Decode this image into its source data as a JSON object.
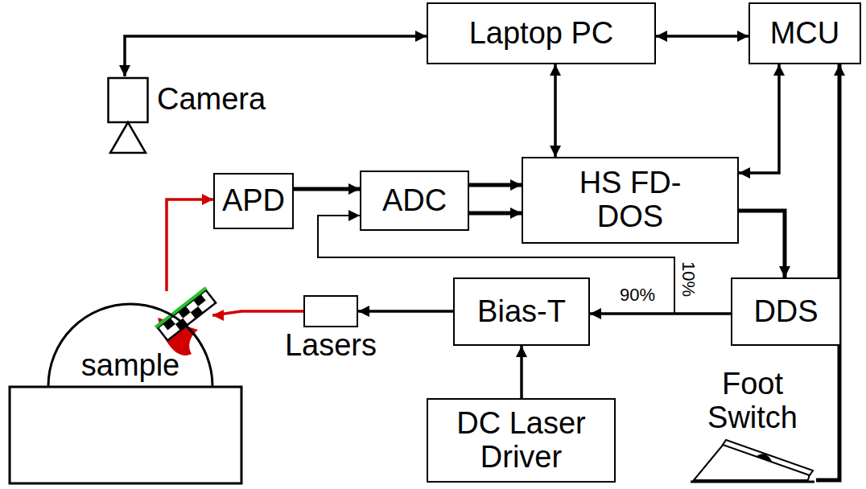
{
  "diagram": {
    "nodes": [
      {
        "text": [
          "Laptop PC"
        ]
      },
      {
        "text": [
          "MCU"
        ]
      },
      {
        "text": [
          "Camera"
        ]
      },
      {
        "text": [
          "APD"
        ]
      },
      {
        "text": [
          "ADC"
        ]
      },
      {
        "text": [
          "HS FD-DOS"
        ]
      },
      {
        "text": [
          "DDS"
        ]
      },
      {
        "text": [
          "Bias-T"
        ]
      },
      {
        "text": [
          "Lasers"
        ]
      },
      {
        "text": [
          "sample"
        ]
      },
      {
        "text": [
          "DC Laser Driver"
        ]
      },
      {
        "text": [
          "Foot Switch"
        ]
      }
    ],
    "edges": [
      {
        "from": 0,
        "to": 1,
        "arrow": "both"
      },
      {
        "from": 0,
        "to": 2,
        "arrow": "both"
      },
      {
        "from": 0,
        "to": 5,
        "arrow": "both"
      },
      {
        "from": 1,
        "to": 5,
        "arrow": "both"
      },
      {
        "from": 11,
        "to": 1,
        "arrow": "to"
      },
      {
        "from": 3,
        "to": 4,
        "arrow": "to"
      },
      {
        "from": 4,
        "to": 5,
        "arrow": "to"
      },
      {
        "from": 4,
        "to": 5,
        "arrow": "to"
      },
      {
        "from": 5,
        "to": 6,
        "arrow": "to"
      },
      {
        "from": 6,
        "to": 7,
        "label": "90%",
        "arrow": "to"
      },
      {
        "from": 6,
        "to": 4,
        "label": "10%",
        "arrow": "to"
      },
      {
        "from": 7,
        "to": 8,
        "arrow": "to"
      },
      {
        "from": 10,
        "to": 7,
        "arrow": "to"
      },
      {
        "from": 8,
        "to": 9,
        "arrow": "to"
      },
      {
        "from": 9,
        "to": 3,
        "arrow": "to"
      }
    ]
  }
}
